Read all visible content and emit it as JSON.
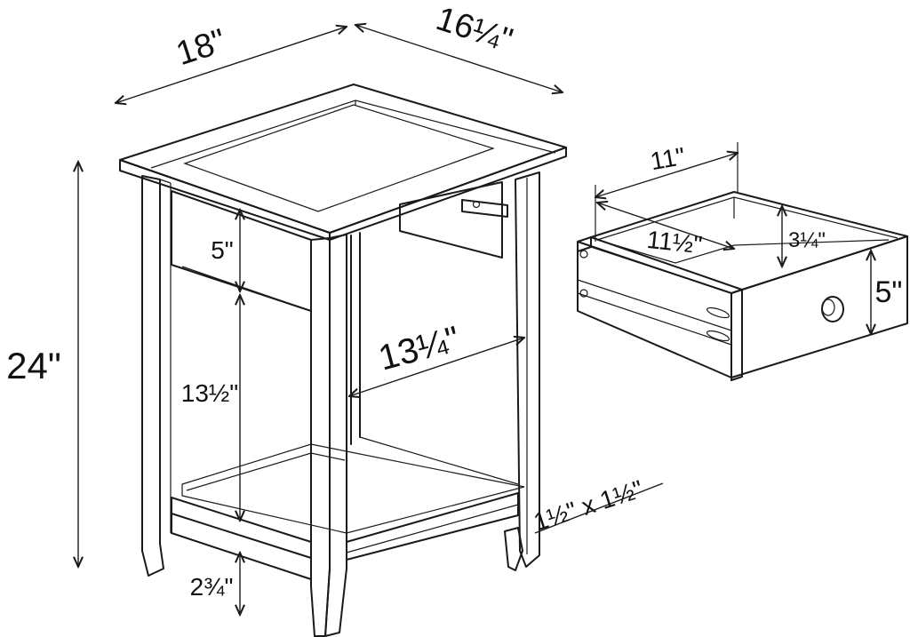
{
  "diagram": {
    "table": {
      "width_top": "18\"",
      "depth_top": "16¼\"",
      "height": "24\"",
      "apron_height": "5\"",
      "shelf_clearance": "13½\"",
      "inner_width": "13¼\"",
      "leg_size": "1½\" x 1½\"",
      "shelf_to_floor": "2¾\""
    },
    "drawer": {
      "depth": "11\"",
      "width": "11½\"",
      "inner_height": "3¼\"",
      "front_height": "5\""
    }
  }
}
